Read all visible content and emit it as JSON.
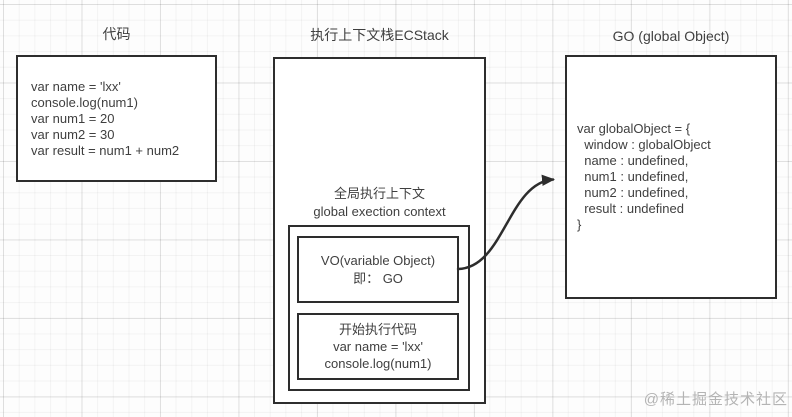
{
  "left": {
    "title": "代码",
    "code_lines": [
      "var name = 'lxx'",
      "console.log(num1)",
      "var num1 = 20",
      "var num2 = 30",
      "var result = num1 + num2"
    ]
  },
  "middle": {
    "title": "执行上下文栈ECStack",
    "context_label_zh": "全局执行上下文",
    "context_label_en": "global exection context",
    "vo_box": {
      "line1": "VO(variable Object)",
      "line2": "即： GO"
    },
    "exec_box": {
      "lines": [
        "开始执行代码",
        "var name = 'lxx'",
        "console.log(num1)"
      ]
    }
  },
  "right": {
    "title": "GO (global Object)",
    "object_lines": [
      "var globalObject = {",
      "  window : globalObject",
      "  name : undefined,",
      "  num1 : undefined,",
      "  num2 : undefined,",
      "  result : undefined",
      "}"
    ]
  },
  "watermark": "@稀土掘金技术社区",
  "colors": {
    "border": "#2d2d2d",
    "text": "#3f3f3f",
    "watermark": "#b4b4b4",
    "background": "#fdfdfd",
    "grid_line": "#ebebeb"
  }
}
